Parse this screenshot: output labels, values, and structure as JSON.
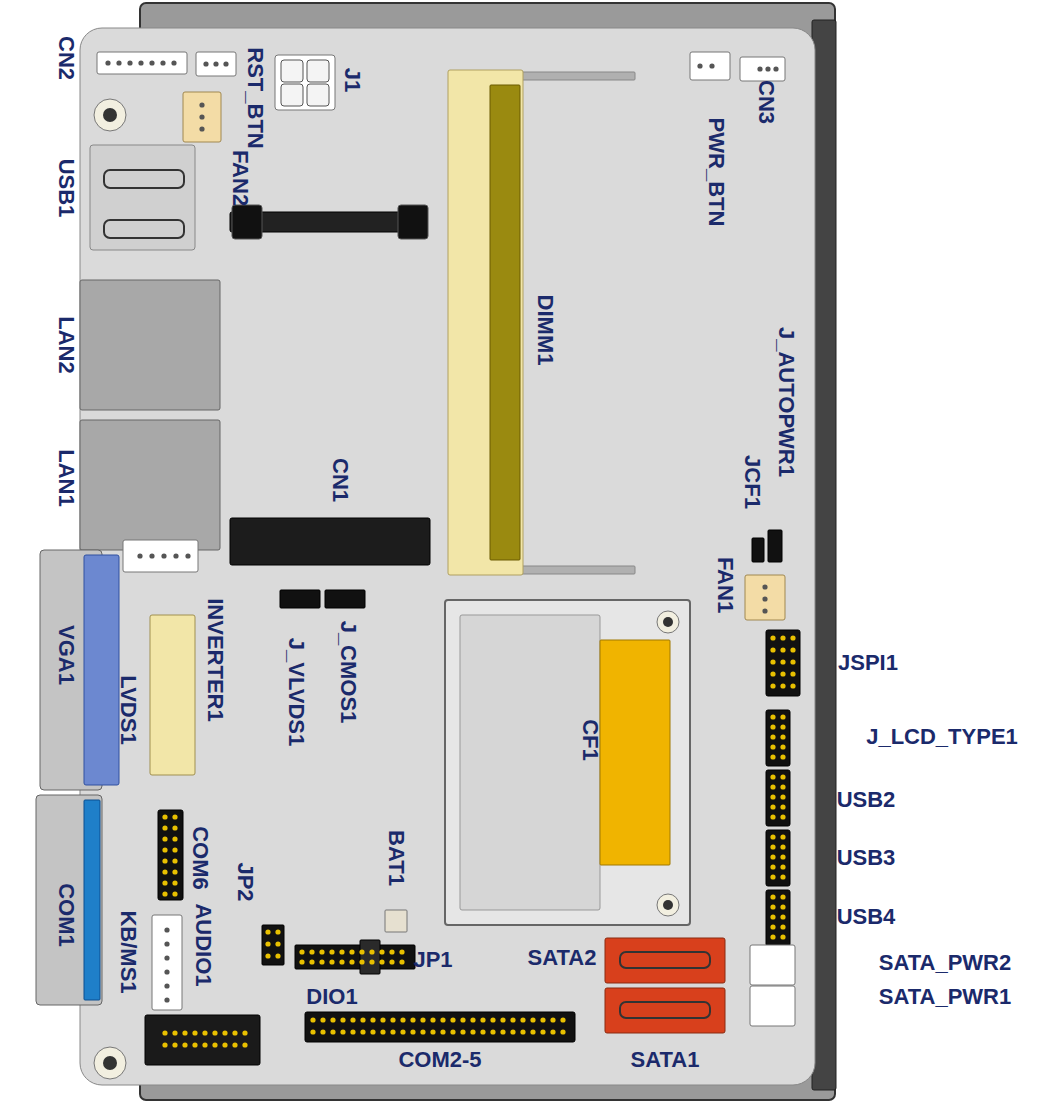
{
  "diagram": {
    "labels": [
      "CN2",
      "RST_BTN",
      "J1",
      "FAN2",
      "USB1",
      "PWR_BTN",
      "CN3",
      "DIMM1",
      "LAN2",
      "J_AUTOPWR1",
      "JCF1",
      "LAN1",
      "CN1",
      "FAN1",
      "INVERTER1",
      "J_VLVDS1",
      "J_CMOS1",
      "VGA1",
      "LVDS1",
      "JSPI1",
      "CF1",
      "J_LCD_TYPE1",
      "USB2",
      "COM6",
      "USB3",
      "BAT1",
      "JP2",
      "COM1",
      "AUDIO1",
      "KB/MS1",
      "USB4",
      "JP1",
      "DIO1",
      "SATA2",
      "SATA_PWR2",
      "SATA_PWR1",
      "COM2-5",
      "SATA1"
    ]
  }
}
